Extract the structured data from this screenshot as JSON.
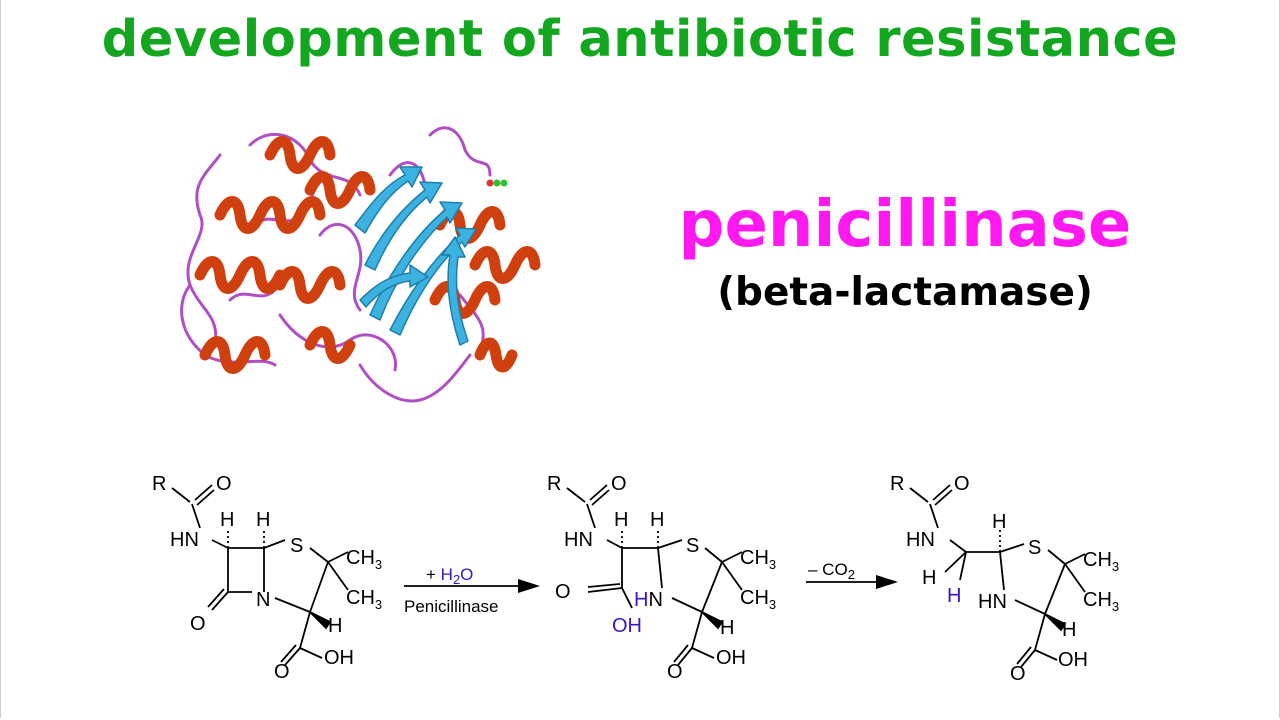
{
  "title": "development of antibiotic resistance",
  "enzyme": {
    "name": "penicillinase",
    "alias": "(beta-lactamase)"
  },
  "colors": {
    "title": "#13a61f",
    "enzyme_name": "#ff18f0",
    "helix": "#d0400e",
    "sheet": "#3cb2e0",
    "loop": "#b04fc4",
    "added_atoms": "#3d13c6"
  },
  "reaction": {
    "arrow1": {
      "reagent_prefix": "+ ",
      "reagent": "H",
      "reagent_sub": "2",
      "reagent_suffix": "O",
      "catalyst": "Penicillinase"
    },
    "arrow2": {
      "loss_prefix": "– CO",
      "loss_sub": "2"
    },
    "labels": {
      "R": "R",
      "O": "O",
      "HN": "HN",
      "H": "H",
      "S": "S",
      "N": "N",
      "CH": "CH",
      "three": "3",
      "OH": "OH"
    }
  }
}
